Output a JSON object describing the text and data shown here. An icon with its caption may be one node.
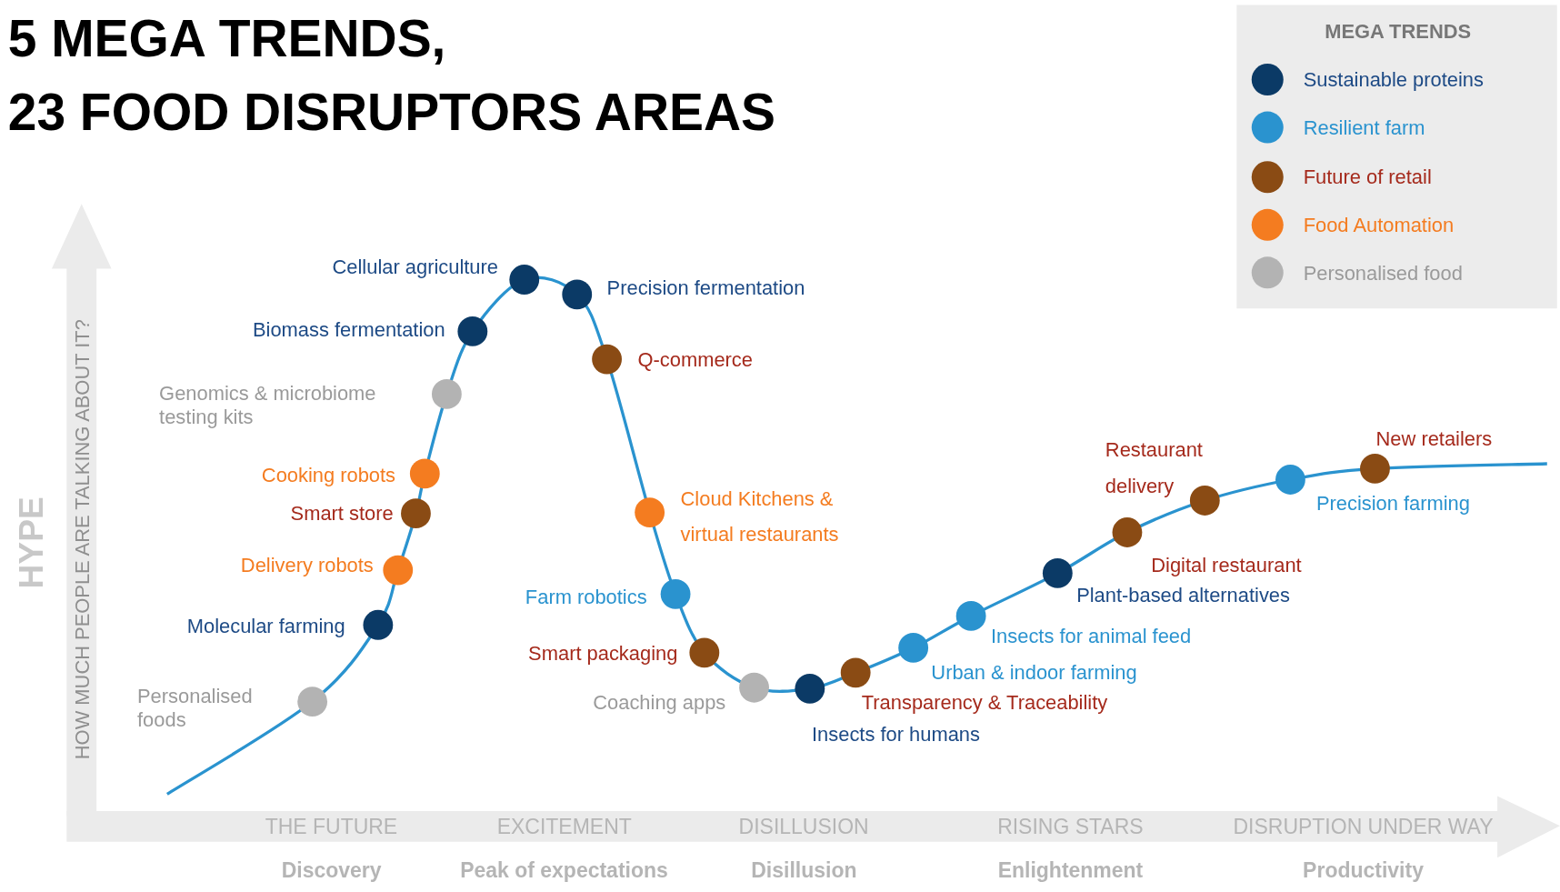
{
  "diagram": {
    "labels": [
      "5 MEGA TRENDS,",
      "23 FOOD DISRUPTORS AREAS",
      "Cellular agriculture",
      "Precision fermentation",
      "Biomass fermentation",
      "Q-commerce",
      "Genomics & microbiome testing kits",
      "New retailers",
      "Restaurant delivery",
      "Cooking robots",
      "Cloud Kitchens & virtual restaurants",
      "Precision farming",
      "Smart store",
      "Delivery robots",
      "Digital restaurant",
      "Farm robotics",
      "Plant-based alternatives",
      "Molecular farming",
      "Insects for animal feed",
      "Smart packaging",
      "Urban & indoor farming",
      "Personalised foods",
      "Coaching apps",
      "Transparency & Traceability",
      "Insects for humans",
      "HYPE",
      "HOW MUCH PEOPLE ARE TALKING ABOUT IT?",
      "THE FUTURE",
      "EXCITEMENT",
      "DISILLUSION",
      "RISING STARS",
      "DISRUPTION UNDER WAY",
      "Discovery",
      "Peak of expectations",
      "Disillusion",
      "Enlightenment",
      "Productivity",
      "MEGA TRENDS"
    ],
    "legend": [
      {
        "text": "Sustainable proteins",
        "color": "#0b3a66"
      },
      {
        "text": "Resilient farm",
        "color": "#2a93cf"
      },
      {
        "text": "Future of retail",
        "color": "#8a4b14"
      },
      {
        "text": "Food Automation",
        "color": "#f47c20"
      },
      {
        "text": "Personalised food",
        "color": "#b3b3b3"
      }
    ]
  }
}
